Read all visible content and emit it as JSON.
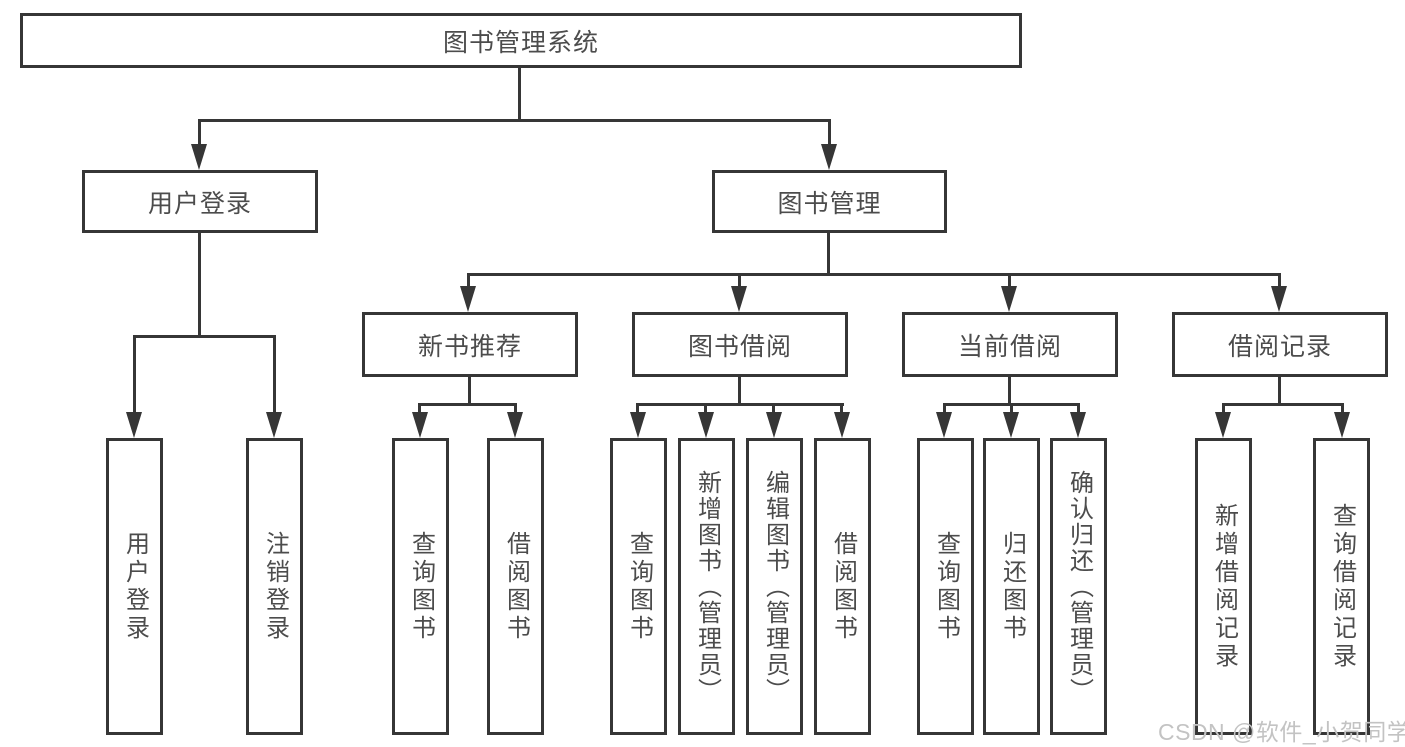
{
  "diagram_type": "tree-hierarchy",
  "colors": {
    "line": "#363636",
    "text": "#4c4c4c",
    "background": "#ffffff",
    "watermark_text_color": "#c3c3c3"
  },
  "watermark": "CSDN @软件_小贺同学",
  "nodes": {
    "root": {
      "label": "图书管理系统"
    },
    "user_login": {
      "label": "用户登录"
    },
    "book_mgmt": {
      "label": "图书管理"
    },
    "new_book_rec": {
      "label": "新书推荐"
    },
    "book_borrow": {
      "label": "图书借阅"
    },
    "current_borrow": {
      "label": "当前借阅"
    },
    "borrow_record": {
      "label": "借阅记录"
    },
    "leaf_user_login": {
      "label": "用户登录"
    },
    "leaf_logout": {
      "label": "注销登录"
    },
    "leaf_query_book_1": {
      "label": "查询图书"
    },
    "leaf_borrow_book_1": {
      "label": "借阅图书"
    },
    "leaf_query_book_2": {
      "label": "查询图书"
    },
    "leaf_add_book": {
      "label": "新增图书（管理员）"
    },
    "leaf_edit_book": {
      "label": "编辑图书（管理员）"
    },
    "leaf_borrow_book_2": {
      "label": "借阅图书"
    },
    "leaf_query_book_3": {
      "label": "查询图书"
    },
    "leaf_return_book": {
      "label": "归还图书"
    },
    "leaf_confirm_return": {
      "label": "确认归还（管理员）"
    },
    "leaf_add_record": {
      "label": "新增借阅记录"
    },
    "leaf_query_record": {
      "label": "查询借阅记录"
    }
  },
  "hierarchy": {
    "图书管理系统": {
      "用户登录": [
        "用户登录",
        "注销登录"
      ],
      "图书管理": {
        "新书推荐": [
          "查询图书",
          "借阅图书"
        ],
        "图书借阅": [
          "查询图书",
          "新增图书（管理员）",
          "编辑图书（管理员）",
          "借阅图书"
        ],
        "当前借阅": [
          "查询图书",
          "归还图书",
          "确认归还（管理员）"
        ],
        "借阅记录": [
          "新增借阅记录",
          "查询借阅记录"
        ]
      }
    }
  }
}
